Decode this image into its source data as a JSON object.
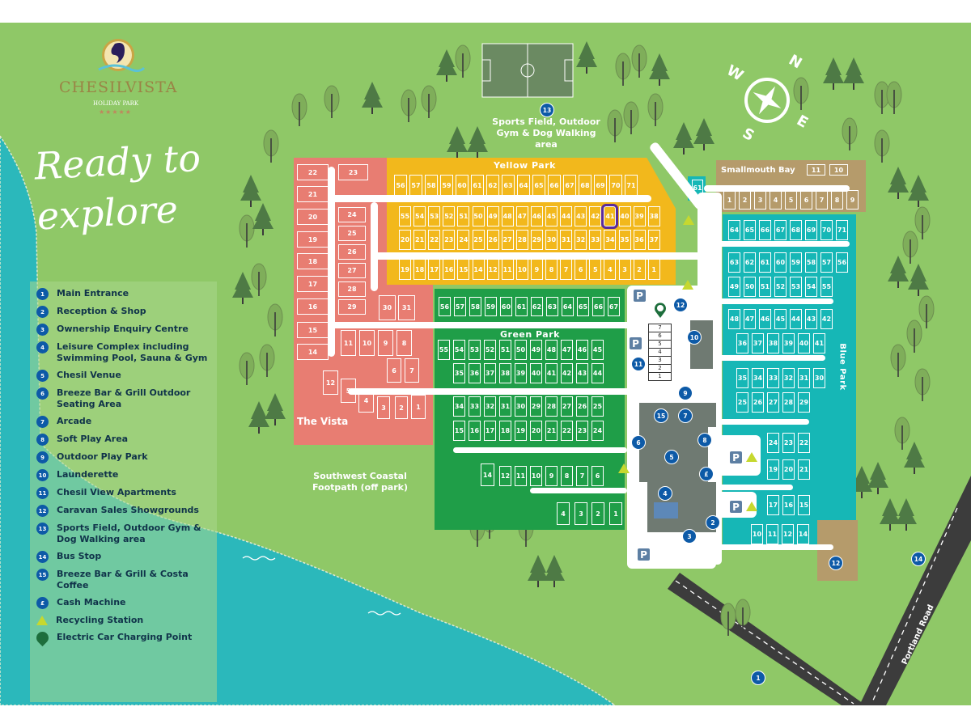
{
  "logo": {
    "name": "CHESILVISTA",
    "subtitle": "HOLIDAY PARK",
    "stars": "★★★★★"
  },
  "headline": "Ready to explore",
  "compass": {
    "n": "N",
    "e": "E",
    "s": "S",
    "w": "W"
  },
  "labels": {
    "sports_field": "Sports Field, Outdoor Gym & Dog Walking area",
    "coastal_path": "Southwest Coastal Footpath (off park)",
    "portland_road": "Portland Road"
  },
  "colors": {
    "grass": "#8fc867",
    "sea": "#2bb8bb",
    "vista": "#e87d72",
    "yellow": "#f2b81c",
    "green": "#1f9e48",
    "blue": "#16b7b6",
    "tan": "#b59b6b",
    "marker": "#0d5aa7",
    "highlight": "#5b2a9a"
  },
  "areas": {
    "vista": {
      "label": "The Vista",
      "pitches": [
        "22",
        "21",
        "20",
        "19",
        "18",
        "17",
        "16",
        "15",
        "14",
        "23",
        "24",
        "25",
        "26",
        "27",
        "28",
        "29",
        "30",
        "31",
        "11",
        "10",
        "9",
        "8",
        "6",
        "7",
        "12",
        "5",
        "4",
        "3",
        "2",
        "1"
      ]
    },
    "yellow": {
      "label": "Yellow Park",
      "highlighted": "41",
      "rows": [
        [
          "56",
          "57",
          "58",
          "59",
          "60",
          "61",
          "62",
          "63",
          "64",
          "65",
          "66",
          "67",
          "68",
          "69",
          "70",
          "71"
        ],
        [
          "55",
          "54",
          "53",
          "52",
          "51",
          "50",
          "49",
          "48",
          "47",
          "46",
          "45",
          "44",
          "43",
          "42",
          "41",
          "40",
          "39",
          "38"
        ],
        [
          "20",
          "21",
          "22",
          "23",
          "24",
          "25",
          "26",
          "27",
          "28",
          "29",
          "30",
          "31",
          "32",
          "33",
          "34",
          "35",
          "36",
          "37"
        ],
        [
          "19",
          "18",
          "17",
          "16",
          "15",
          "14",
          "12",
          "11",
          "10",
          "9",
          "8",
          "7",
          "6",
          "5",
          "4",
          "3",
          "2",
          "1"
        ]
      ],
      "extra": "61"
    },
    "green": {
      "label": "Green Park",
      "rows": [
        [
          "56",
          "57",
          "58",
          "59",
          "60",
          "61",
          "62",
          "63",
          "64",
          "65",
          "66",
          "67"
        ],
        [
          "55",
          "54",
          "53",
          "52",
          "51",
          "50",
          "49",
          "48",
          "47",
          "46",
          "45"
        ],
        [
          "35",
          "36",
          "37",
          "38",
          "39",
          "40",
          "41",
          "42",
          "43",
          "44"
        ],
        [
          "34",
          "33",
          "32",
          "31",
          "30",
          "29",
          "28",
          "27",
          "26",
          "25"
        ],
        [
          "15",
          "16",
          "17",
          "18",
          "19",
          "20",
          "21",
          "22",
          "23",
          "24"
        ],
        [
          "14",
          "12",
          "11",
          "10",
          "9",
          "8",
          "7",
          "6"
        ],
        [
          "4",
          "3",
          "2",
          "1"
        ]
      ]
    },
    "smallmouth": {
      "label": "Smallmouth Bay",
      "top": [
        "11",
        "10"
      ],
      "row": [
        "1",
        "2",
        "3",
        "4",
        "5",
        "6",
        "7",
        "8",
        "9"
      ]
    },
    "blue": {
      "label": "Blue Park",
      "rows": [
        [
          "64",
          "65",
          "66",
          "67",
          "68",
          "69",
          "70",
          "71"
        ],
        [
          "63",
          "62",
          "61",
          "60",
          "59",
          "58",
          "57",
          "56"
        ],
        [
          "49",
          "50",
          "51",
          "52",
          "53",
          "54",
          "55"
        ],
        [
          "48",
          "47",
          "46",
          "45",
          "44",
          "43",
          "42"
        ],
        [
          "36",
          "37",
          "38",
          "39",
          "40",
          "41"
        ],
        [
          "35",
          "34",
          "33",
          "32",
          "31",
          "30"
        ],
        [
          "25",
          "26",
          "27",
          "28",
          "29"
        ],
        [
          "24",
          "23",
          "22"
        ],
        [
          "19",
          "20",
          "21"
        ],
        [
          "17",
          "16",
          "15"
        ],
        [
          "10",
          "11",
          "12",
          "14"
        ]
      ]
    }
  },
  "charging_bays": [
    "7",
    "6",
    "5",
    "4",
    "3",
    "2",
    "1"
  ],
  "map_markers": [
    "13",
    "12",
    "10",
    "11",
    "9",
    "15",
    "7",
    "6",
    "8",
    "5",
    "4",
    "2",
    "3",
    "12",
    "14",
    "1"
  ],
  "parking_label": "P",
  "cash_label": "£",
  "legend": [
    {
      "num": "1",
      "text": "Main Entrance"
    },
    {
      "num": "2",
      "text": "Reception & Shop"
    },
    {
      "num": "3",
      "text": "Ownership Enquiry Centre"
    },
    {
      "num": "4",
      "text": "Leisure Complex including Swimming Pool, Sauna & Gym"
    },
    {
      "num": "5",
      "text": "Chesil Venue"
    },
    {
      "num": "6",
      "text": "Breeze Bar & Grill Outdoor Seating Area"
    },
    {
      "num": "7",
      "text": "Arcade"
    },
    {
      "num": "8",
      "text": "Soft Play Area"
    },
    {
      "num": "9",
      "text": "Outdoor Play Park"
    },
    {
      "num": "10",
      "text": "Launderette"
    },
    {
      "num": "11",
      "text": "Chesil View Apartments"
    },
    {
      "num": "12",
      "text": "Caravan Sales Showgrounds"
    },
    {
      "num": "13",
      "text": "Sports Field, Outdoor Gym & Dog Walking area"
    },
    {
      "num": "14",
      "text": "Bus Stop"
    },
    {
      "num": "15",
      "text": "Breeze Bar & Grill & Costa Coffee"
    },
    {
      "num": "£",
      "text": "Cash Machine"
    },
    {
      "num": "recycle-icon",
      "text": "Recycling Station"
    },
    {
      "num": "ev-charging-icon",
      "text": "Electric Car Charging Point"
    }
  ]
}
